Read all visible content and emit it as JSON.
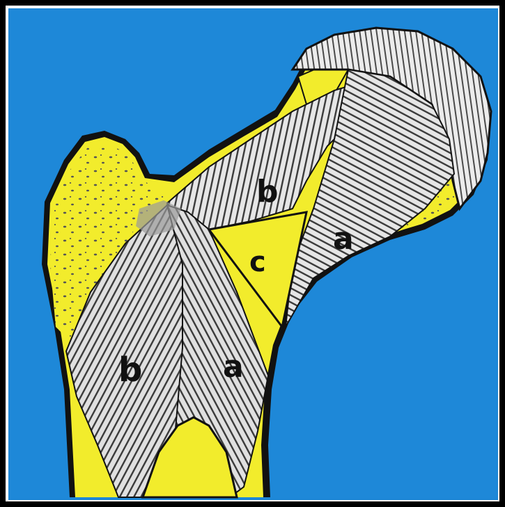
{
  "colors": {
    "background": "#1e88d8",
    "bone_cortex": "#f2ec2c",
    "trabeculae_base": "#d9d9d9",
    "trabecula_lines": "#333333",
    "outline": "#111111",
    "frame": "#000000"
  },
  "labels": {
    "b_upper": "b",
    "a_upper": "a",
    "c_center": "c",
    "b_lower": "b",
    "a_lower": "a"
  }
}
